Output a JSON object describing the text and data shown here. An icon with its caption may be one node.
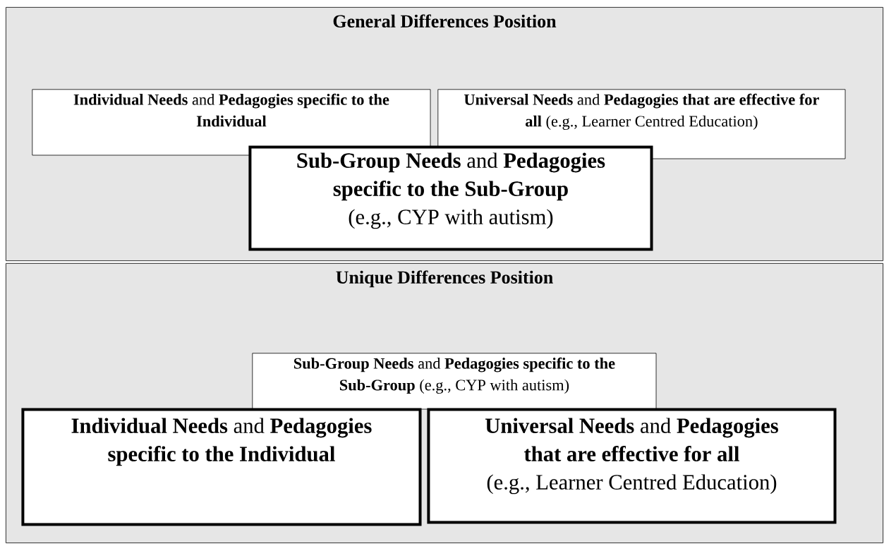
{
  "diagram": {
    "nodes": [
      {
        "text": [
          "General Differences Position"
        ]
      },
      {
        "text": [
          "**Individual Needs** and **Pedagogies specific to the Individual**"
        ],
        "in": 0
      },
      {
        "text": [
          "**Universal Needs** and **Pedagogies that are effective for all** (e.g., Learner Centred Education)"
        ],
        "in": 0
      },
      {
        "text": [
          "**Sub-Group Needs** and **Pedagogies specific to the Sub-Group**",
          "(e.g., CYP with autism)"
        ],
        "in": 0
      },
      {
        "text": [
          "Unique Differences Position"
        ]
      },
      {
        "text": [
          "**Sub-Group Needs** and **Pedagogies specific to the Sub-Group** (e.g., CYP with autism)"
        ],
        "in": 4
      },
      {
        "text": [
          "**Individual Needs** and **Pedagogies specific to the Individual**"
        ],
        "in": 4
      },
      {
        "text": [
          "**Universal Needs** and **Pedagogies that are effective for all**",
          "(e.g., Learner Centred Education)"
        ],
        "in": 4
      }
    ]
  }
}
